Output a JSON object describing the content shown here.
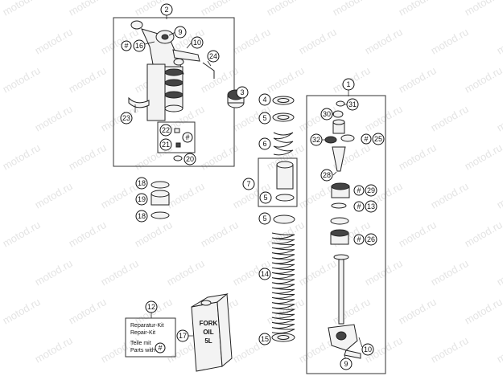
{
  "watermark": "motod.ru",
  "callouts": {
    "c1": "1",
    "c2": "2",
    "c3": "3",
    "c4": "4",
    "c5a": "5",
    "c5b": "5",
    "c5c": "5",
    "c6": "6",
    "c7": "7",
    "c9a": "9",
    "c9b": "9",
    "c10a": "10",
    "c10b": "10",
    "c12": "12",
    "c13": "13",
    "c14": "14",
    "c15": "15",
    "c16": "16",
    "c17": "17",
    "c18a": "18",
    "c18b": "18",
    "c19": "19",
    "c20": "20",
    "c21": "21",
    "c22": "22",
    "c23": "23",
    "c24": "24",
    "c25": "25",
    "c26": "26",
    "c28": "28",
    "c29": "29",
    "c30": "30",
    "c31": "31",
    "c32": "32"
  },
  "hash_symbol": "#",
  "kit_card": {
    "line1": "Reparatur-Kit",
    "line2": "Repair-Kit",
    "line3": "Teile mit",
    "line4": "Parts with"
  },
  "oil_can": {
    "line1": "FORK",
    "line2": "OIL",
    "line3": "5L"
  }
}
